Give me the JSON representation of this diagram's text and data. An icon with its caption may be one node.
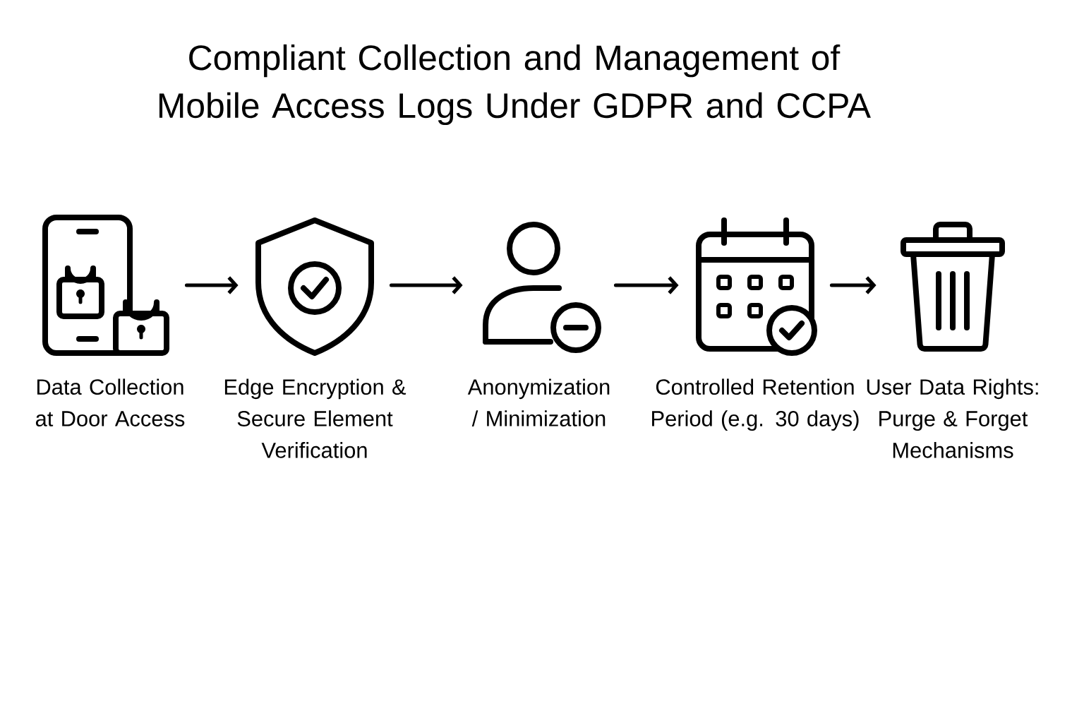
{
  "diagram": {
    "title": "Compliant Collection and Management of Mobile Access Logs Under GDPR and CCPA",
    "nodes": [
      {
        "text": [],
        "shape": "picture",
        "beside": [
          "Data Collection at Door Access"
        ]
      },
      {
        "text": [],
        "shape": "picture",
        "beside": [
          "Edge Encryption & Secure Element Verification"
        ]
      },
      {
        "text": [],
        "shape": "picture",
        "beside": [
          "Anonymization / Minimization"
        ]
      },
      {
        "text": [],
        "shape": "picture",
        "beside": [
          "Controlled Retention Period (e.g. 30 days)"
        ]
      },
      {
        "text": [],
        "shape": "picture",
        "beside": [
          "User Data Rights: Purge & Forget Mechanisms"
        ]
      }
    ],
    "edges": [
      {
        "from": 0,
        "to": 1,
        "arrow": "to"
      },
      {
        "from": 1,
        "to": 2,
        "arrow": "to"
      },
      {
        "from": 2,
        "to": 3,
        "arrow": "to"
      },
      {
        "from": 3,
        "to": 4,
        "arrow": "to"
      }
    ]
  }
}
